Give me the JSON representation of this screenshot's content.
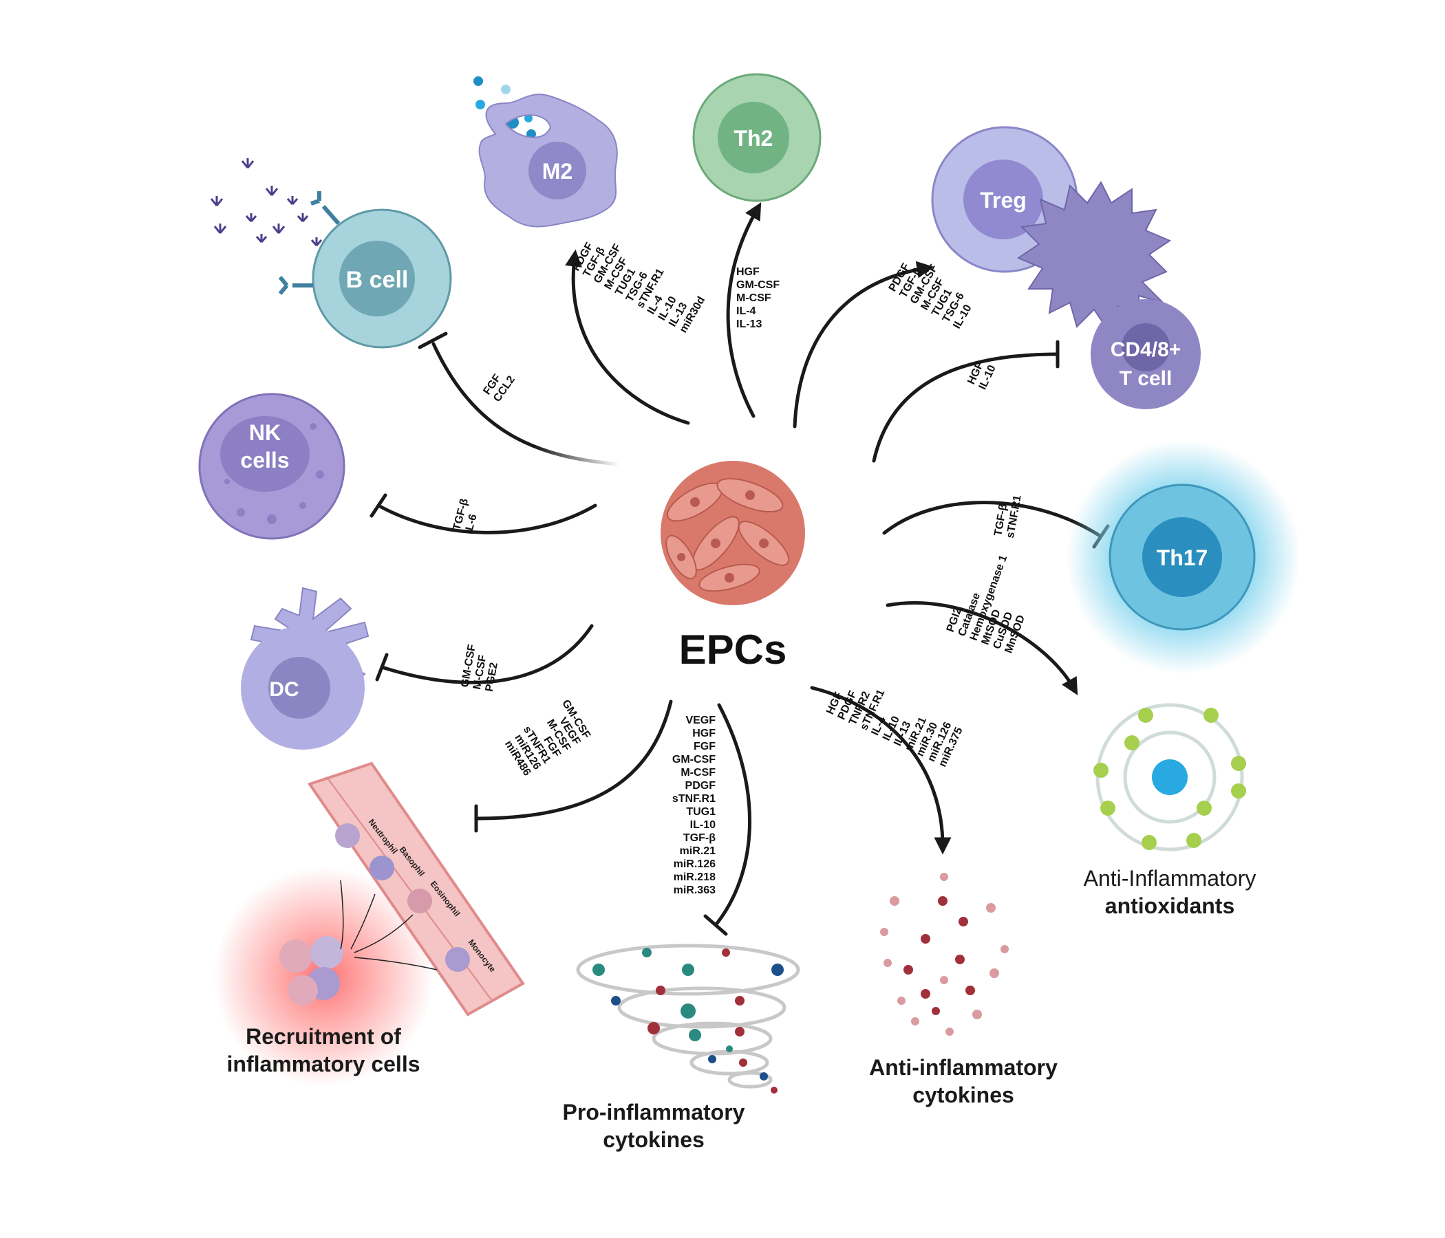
{
  "center": {
    "label": "EPCs"
  },
  "cells": {
    "b_cell": "B cell",
    "m2": "M2",
    "th2": "Th2",
    "treg": "Treg",
    "cd48_line1": "CD4/8+",
    "cd48_line2": "T cell",
    "nk_line1": "NK",
    "nk_line2": "cells",
    "th17": "Th17",
    "dc": "DC"
  },
  "captions": {
    "antiox_line1": "Anti-Inflammatory",
    "antiox_line2": "antioxidants",
    "anticyt_line1": "Anti-inflammatory",
    "anticyt_line2": "cytokines",
    "procyt_line1": "Pro-inflammatory",
    "procyt_line2": "cytokines",
    "recruit_line1": "Recruitment of",
    "recruit_line2": "inflammatory cells"
  },
  "vessel_labels": {
    "neutrophil": "Neutrophil",
    "basophil": "Basophil",
    "eosinophil": "Eosinophil",
    "monocyte": "Monocyte"
  },
  "mediators": {
    "b_cell": [
      "FGF",
      "CCL2"
    ],
    "m2": [
      "PDGF",
      "TGF-β",
      "GM-CSF",
      "M-CSF",
      "TUG1",
      "TSG-6",
      "sTNF.R1",
      "IL-4",
      "IL-10",
      "IL-13",
      "miR30d"
    ],
    "th2": [
      "HGF",
      "GM-CSF",
      "M-CSF",
      "IL-4",
      "IL-13"
    ],
    "treg": [
      "PDGF",
      "TGF-β",
      "GM-CSF",
      "M-CSF",
      "TUG1",
      "TSG-6",
      "IL-10"
    ],
    "cd48": [
      "HGF",
      "IL-10"
    ],
    "nk": [
      "TGF-β",
      "IL-6"
    ],
    "th17": [
      "TGF-β",
      "sTNF.R1"
    ],
    "antioxidants": [
      "PGI2",
      "Catalase",
      "Hemoxygenase 1",
      "MtSOD",
      "CuSOD",
      "MnSOD"
    ],
    "dc": [
      "GM-CSF",
      "M-CSF",
      "PGE2"
    ],
    "recruitment": [
      "GM-CSF",
      "VEGF",
      "M-CSF",
      "FGF",
      "sTNFR1",
      "miR126",
      "miR486"
    ],
    "pro_cytokines": [
      "VEGF",
      "HGF",
      "FGF",
      "GM-CSF",
      "M-CSF",
      "PDGF",
      "sTNF.R1",
      "TUG1",
      "IL-10",
      "TGF-β",
      "miR.21",
      "miR.126",
      "miR.218",
      "miR.363"
    ],
    "anti_cytokines": [
      "HGF",
      "PDGF",
      "TNFR2",
      "sTNF.R1",
      "IL-4",
      "IL-10",
      "IL-13",
      "miR.21",
      "miR.30",
      "miR.126",
      "miR.375"
    ]
  },
  "colors": {
    "arrow": "#1a1a1a",
    "b_cell": "#a6d3dc",
    "m2": "#b3afe0",
    "th2": "#a8d4b0",
    "treg": "#b9bde8",
    "cd48": "#8f86c4",
    "nk": "#a79ad6",
    "th17": "#6ec3e0",
    "dc": "#b0aee2",
    "epc": "#d9796c",
    "antiox_green": "#a6cf4e",
    "antiox_core": "#29a9e1",
    "vessel": "#f5c4c4"
  }
}
